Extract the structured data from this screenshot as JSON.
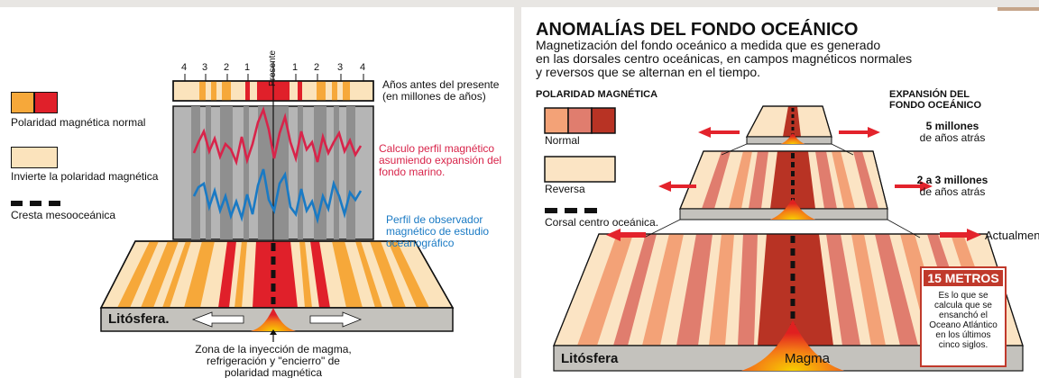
{
  "left": {
    "present_label": "Presente",
    "age_ticks_left": [
      "4",
      "3",
      "2",
      "1"
    ],
    "age_ticks_right": [
      "1",
      "2",
      "3",
      "4"
    ],
    "age_caption": [
      "Años antes del presente",
      "(en millones de años)"
    ],
    "legend": {
      "normal": "Polaridad magnética normal",
      "reversed": "Invierte la polaridad magnética",
      "ridge": "Cresta mesooceánica"
    },
    "calc_profile": [
      "Calculo perfil magnético",
      "asumiendo expansión del",
      "fondo marino."
    ],
    "observed_profile": [
      "Perfil de observador",
      "magnético de estudio",
      "oceanográfico"
    ],
    "lithosphere_label": "Litósfera.",
    "injection_caption": [
      "Zona de la inyección de magma,",
      "refrigeración y \"encierro\" de",
      "polaridad magnética"
    ],
    "colors": {
      "normal_dark": "#e0202a",
      "normal_light": "#f6a83a",
      "reversed": "#fbe3bc",
      "calc_line": "#d8244a",
      "obs_line": "#1a7ac4"
    }
  },
  "right": {
    "title": "ANOMALÍAS DEL FONDO OCEÁNICO",
    "subtitle": [
      "Magnetización del fondo oceánico a medida que es generado",
      "en las dorsales centro oceánicas, en campos magnéticos normales",
      "y reversos que se alternan en el tiempo."
    ],
    "polarity_heading": "POLARIDAD MAGNÉTICA",
    "legend_normal": "Normal",
    "legend_reverse": "Reversa",
    "legend_ridge": "Corsal centro oceánica.",
    "expansion_heading": [
      "EXPANSIÓN DEL",
      "FONDO OCEÁNICO"
    ],
    "stage1": [
      "5 millones",
      "de años atrás"
    ],
    "stage2": [
      "2 a 3 millones",
      "de años atrás"
    ],
    "stage3": "Actualmente",
    "callout_title": "15 METROS",
    "callout_text": [
      "Es lo que se",
      "calcula que se",
      "ensanchó el",
      "Oceano Atlántico",
      "en los últimos",
      "cinco siglos."
    ],
    "lithosphere_label": "Litósfera",
    "magma_label": "Magma",
    "colors": {
      "normal1": "#f3a277",
      "normal2": "#e07d6e",
      "normal3": "#b83324",
      "reverse": "#fbe4c4",
      "arrow": "#e3232c",
      "callout": "#c0392b"
    }
  }
}
